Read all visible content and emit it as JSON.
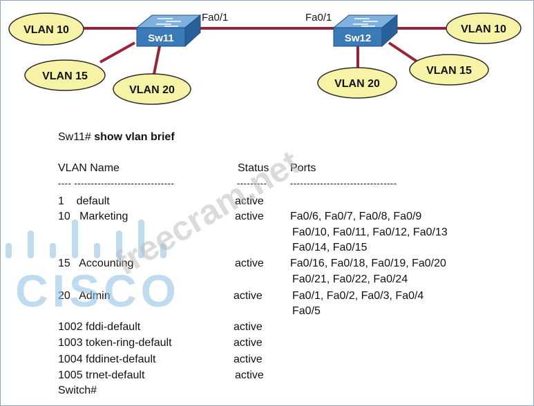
{
  "diagram": {
    "switches": [
      {
        "id": "sw11",
        "label": "Sw11",
        "port": "Fa0/1"
      },
      {
        "id": "sw12",
        "label": "Sw12",
        "port": "Fa0/1"
      }
    ],
    "vlans": [
      {
        "label": "VLAN 10"
      },
      {
        "label": "VLAN 15"
      },
      {
        "label": "VLAN 20"
      },
      {
        "label": "VLAN 10"
      },
      {
        "label": "VLAN 15"
      },
      {
        "label": "VLAN 20"
      }
    ],
    "colors": {
      "link": "#9c2336",
      "switch": "#3a7ab8",
      "vlan_fill": "#f7f3a6",
      "vlan_stroke": "#2a2a2a"
    }
  },
  "cli": {
    "prompt": "Sw11#",
    "command": "show vlan brief",
    "headers": {
      "vlan_name": "VLAN Name",
      "status": "Status",
      "ports": "Ports"
    },
    "separators": {
      "name": "---- ------------------------------",
      "status": "---------",
      "ports": "--------------------------------"
    },
    "rows": [
      {
        "name": "1    default",
        "status": "active",
        "ports": []
      },
      {
        "name": "10   Marketing",
        "status": "active",
        "ports": [
          "Fa0/6, Fa0/7, Fa0/8, Fa0/9",
          "Fa0/10, Fa0/11, Fa0/12, Fa0/13",
          "Fa0/14, Fa0/15"
        ]
      },
      {
        "name": "15   Accounting",
        "status": "active",
        "ports": [
          "Fa0/16, Fa0/18, Fa0/19, Fa0/20",
          "Fa0/21, Fa0/22, Fa0/24"
        ]
      },
      {
        "name": "20   Admin",
        "status": "active",
        "ports": [
          "Fa0/1, Fa0/2, Fa0/3, Fa0/4",
          "Fa0/5"
        ]
      },
      {
        "name": "1002 fddi-default",
        "status": "active",
        "ports": []
      },
      {
        "name": "1003 token-ring-default",
        "status": "active",
        "ports": []
      },
      {
        "name": "1004 fddinet-default",
        "status": "active",
        "ports": []
      },
      {
        "name": "1005 trnet-default",
        "status": "active",
        "ports": []
      }
    ],
    "end_prompt": "Switch#"
  },
  "watermark": {
    "logo": "CISCO",
    "site": "freecram.net"
  }
}
